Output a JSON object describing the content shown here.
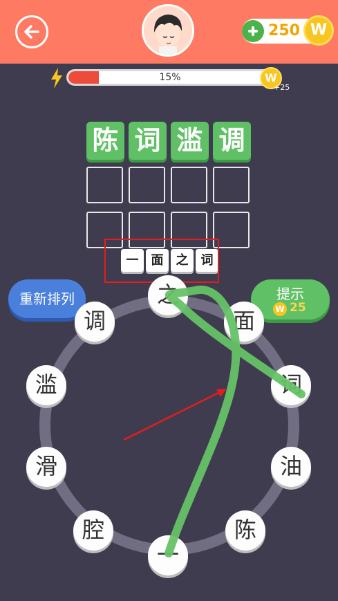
{
  "header": {
    "coins": "250",
    "coin_symbol": "W",
    "avatar_icon": "player-avatar"
  },
  "progress": {
    "percent_label": "15%",
    "value": 0.15,
    "reward_symbol": "W",
    "reward_bonus": "+25"
  },
  "answer_tiles": [
    "陈",
    "词",
    "滥",
    "调"
  ],
  "formed_word": [
    "一",
    "面",
    "之",
    "词"
  ],
  "buttons": {
    "shuffle_label": "重新排列",
    "hint_label": "提示",
    "hint_cost": "25",
    "hint_coin_symbol": "W"
  },
  "wheel_letters": [
    "之",
    "面",
    "词",
    "油",
    "陈",
    "一",
    "腔",
    "滑",
    "滥",
    "调"
  ],
  "colors": {
    "header": "#ff7a62",
    "background": "#3f3c4f",
    "tile_green": "#5fc065",
    "shuffle_blue": "#4a7fdc",
    "swipe_trail": "#65c266",
    "annotation_red": "#e31d1d"
  }
}
